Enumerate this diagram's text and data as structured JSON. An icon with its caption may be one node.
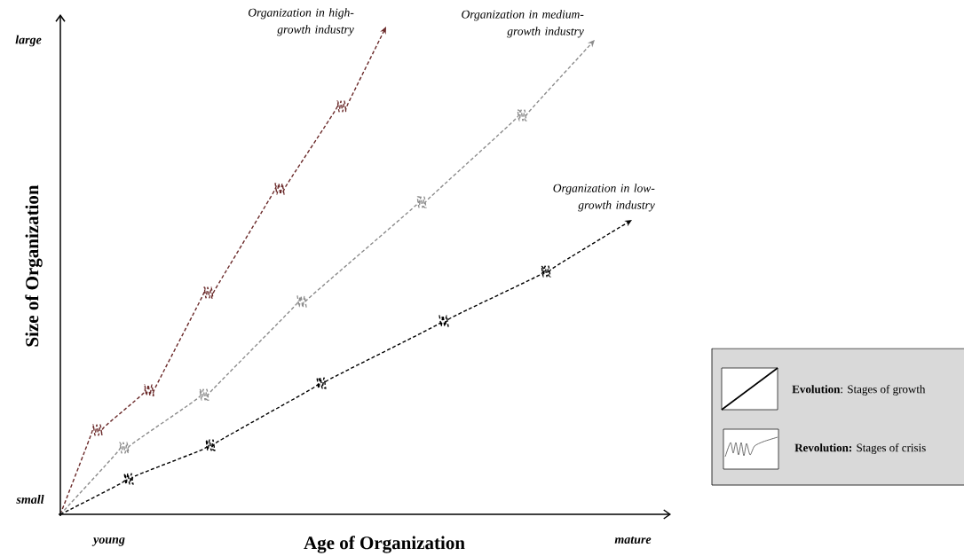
{
  "diagram": {
    "labels": [
      "large",
      "Organization in high-growth industry",
      "Organization in medium-growth industry",
      "Organization in low-growth industry",
      "Size of Organization",
      "small",
      "young",
      "Age of Organization",
      "mature"
    ],
    "legend": [
      {
        "text": "**Evolution**: Stages of growth"
      },
      {
        "text": "**Revolution:** Stages of crisis"
      }
    ]
  }
}
